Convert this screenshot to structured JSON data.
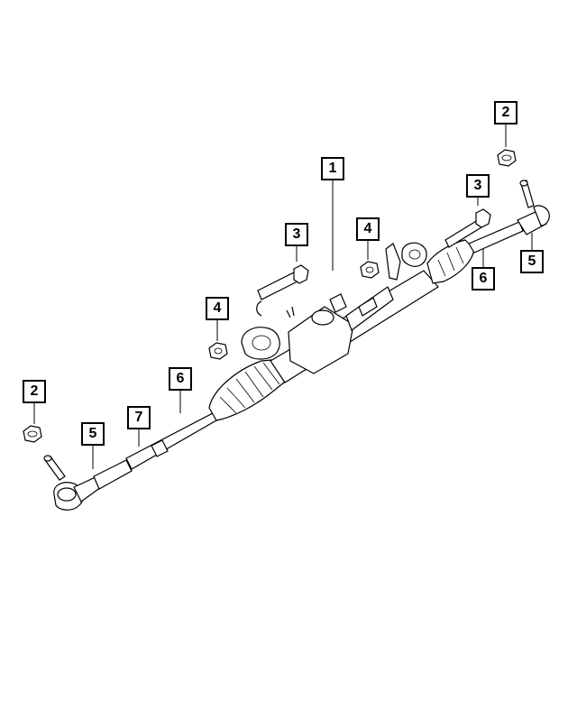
{
  "callouts": [
    {
      "id": "c1",
      "label": "1"
    },
    {
      "id": "c2a",
      "label": "2"
    },
    {
      "id": "c2b",
      "label": "2"
    },
    {
      "id": "c3a",
      "label": "3"
    },
    {
      "id": "c3b",
      "label": "3"
    },
    {
      "id": "c4a",
      "label": "4"
    },
    {
      "id": "c4b",
      "label": "4"
    },
    {
      "id": "c5a",
      "label": "5"
    },
    {
      "id": "c5b",
      "label": "5"
    },
    {
      "id": "c6a",
      "label": "6"
    },
    {
      "id": "c6b",
      "label": "6"
    },
    {
      "id": "c7",
      "label": "7"
    }
  ]
}
